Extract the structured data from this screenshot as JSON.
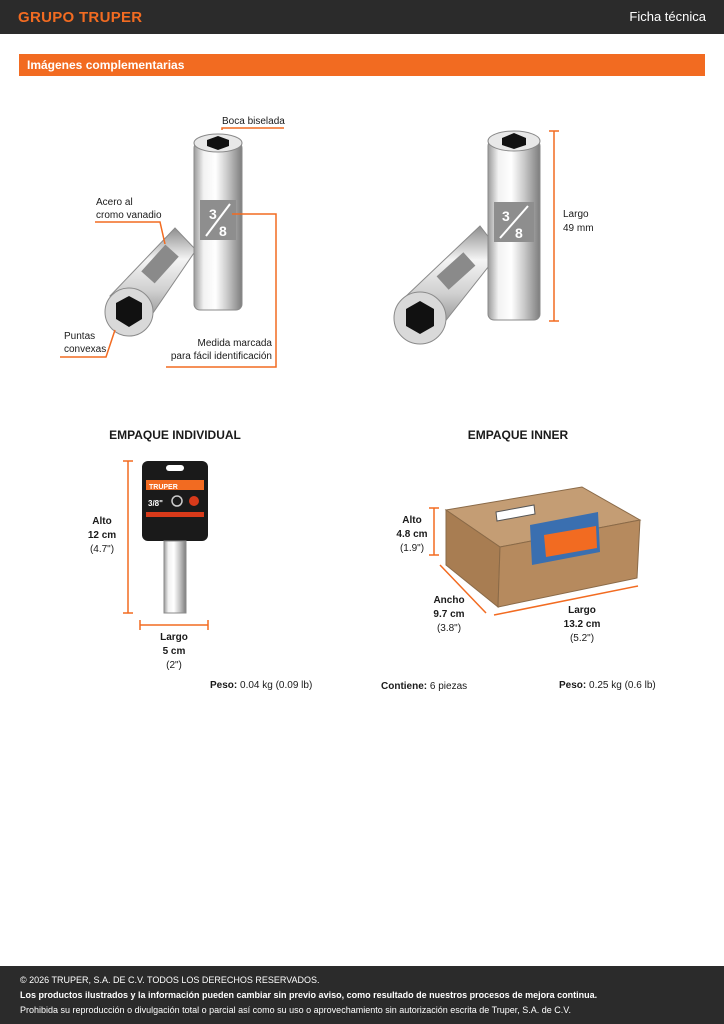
{
  "header": {
    "brand": "GRUPO TRUPER",
    "doc_type": "Ficha técnica"
  },
  "section": {
    "title": "Imágenes complementarias"
  },
  "callouts": {
    "boca": "Boca biselada",
    "acero_1": "Acero al",
    "acero_2": "cromo vanadio",
    "puntas_1": "Puntas",
    "puntas_2": "convexas",
    "medida_1": "Medida marcada",
    "medida_2": "para fácil identificación",
    "largo_label": "Largo",
    "largo_value": "49 mm"
  },
  "socket_marking": "3/8",
  "individual": {
    "heading": "EMPAQUE INDIVIDUAL",
    "alto_label": "Alto",
    "alto_cm": "12 cm",
    "alto_in": "(4.7\")",
    "largo_label": "Largo",
    "largo_cm": "5 cm",
    "largo_in": "(2\")",
    "peso_label": "Peso:",
    "peso_value": "0.04 kg (0.09 lb)",
    "card_brand": "TRUPER",
    "card_size": "3/8\""
  },
  "inner": {
    "heading": "EMPAQUE INNER",
    "alto_label": "Alto",
    "alto_cm": "4.8 cm",
    "alto_in": "(1.9\")",
    "ancho_label": "Ancho",
    "ancho_cm": "9.7 cm",
    "ancho_in": "(3.8\")",
    "largo_label": "Largo",
    "largo_cm": "13.2 cm",
    "largo_in": "(5.2\")",
    "contiene_label": "Contiene:",
    "contiene_value": "6 piezas",
    "peso_label": "Peso:",
    "peso_value": "0.25 kg (0.6 lb)"
  },
  "footer": {
    "copyright": "© 2026 TRUPER, S.A. DE C.V. TODOS LOS DERECHOS RESERVADOS.",
    "notice": "Los productos ilustrados y la información pueden cambiar sin previo aviso, como resultado de nuestros procesos de mejora continua.",
    "rights": "Prohibida su reproducción o divulgación total o parcial así como su uso o aprovechamiento sin autorización escrita de Truper, S.A. de C.V."
  },
  "colors": {
    "accent": "#f26b21",
    "dark": "#2b2b2b",
    "box": "#b68a5e"
  }
}
